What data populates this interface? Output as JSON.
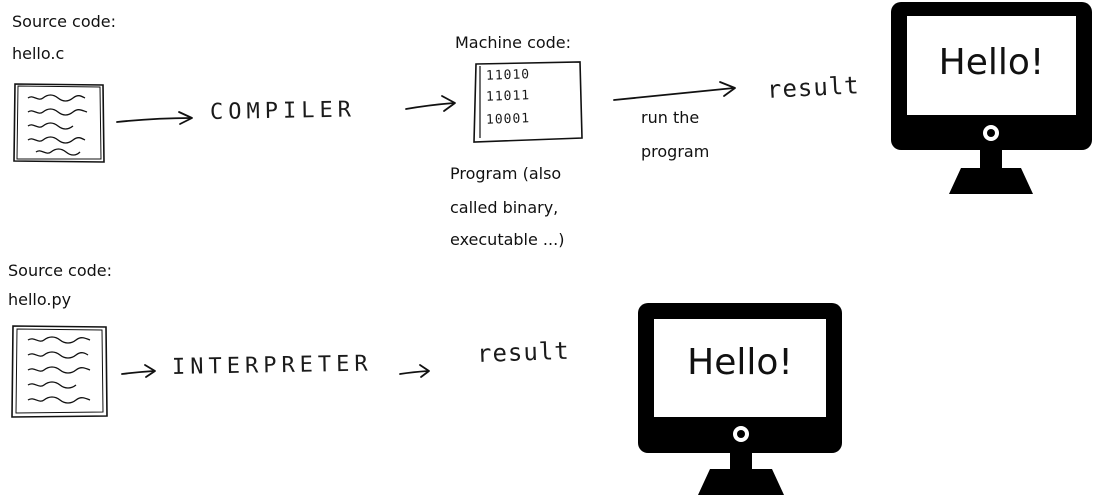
{
  "compiled": {
    "source_label": "Source code:",
    "source_file": "hello.c",
    "step_label": "COMPILER",
    "machine_code_label": "Machine code:",
    "binary_lines": [
      "11010",
      "11011",
      "10001"
    ],
    "program_caption": [
      "Program (also",
      "called binary,",
      "executable ...)"
    ],
    "run_label": [
      "run the",
      "program"
    ],
    "result_label": "result",
    "screen_text": "Hello!"
  },
  "interpreted": {
    "source_label": "Source code:",
    "source_file": "hello.py",
    "step_label": "INTERPRETER",
    "result_label": "result",
    "screen_text": "Hello!"
  },
  "icons": {
    "document": "document-icon",
    "binary_document": "binary-file-icon",
    "monitor": "monitor-icon",
    "arrow": "arrow-right-icon"
  },
  "colors": {
    "ink": "#111111",
    "background": "#ffffff",
    "monitor_body": "#000000",
    "monitor_screen": "#ffffff"
  }
}
